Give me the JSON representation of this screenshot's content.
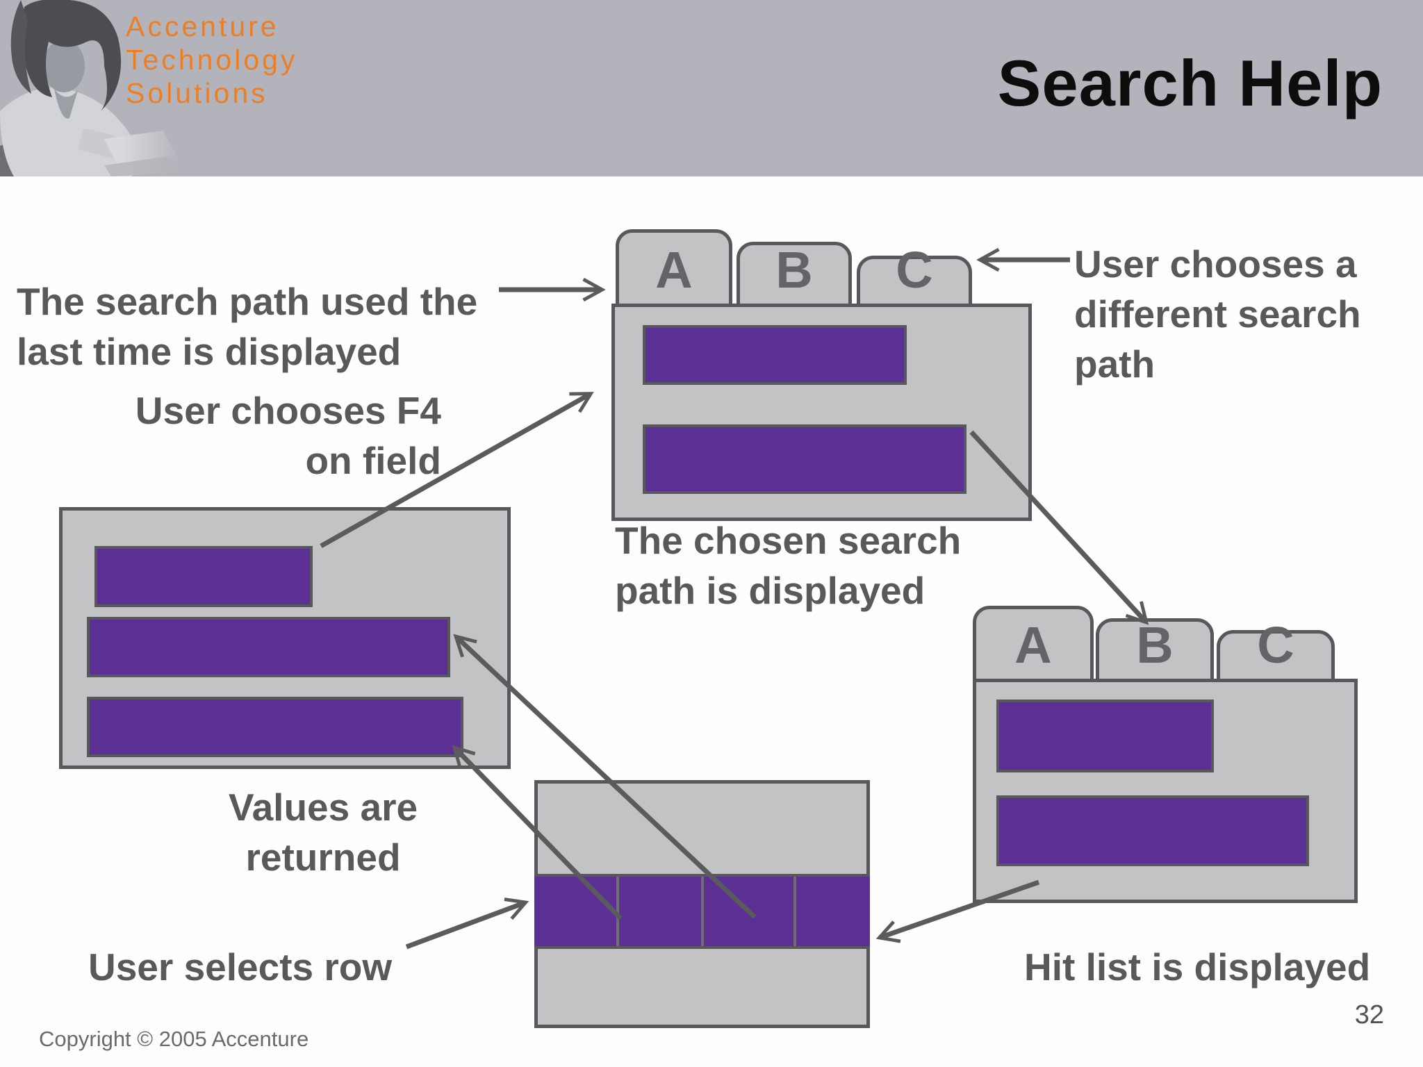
{
  "slide": {
    "header": {
      "logo_lines": "Accenture\nTechnology\nSolutions",
      "title": "Search Help"
    },
    "labels": {
      "last_search_path": "The search path used the\nlast time is displayed",
      "user_chooses_f4": "User chooses F4\non field",
      "different_search_path": "User chooses a\ndifferent search\npath",
      "chosen_path_displayed": "The chosen search\npath is displayed",
      "values_returned": "Values are\nreturned",
      "user_selects_row": "User selects row",
      "hit_list_displayed": "Hit list is displayed"
    },
    "folders": {
      "top": {
        "tabs": [
          "A",
          "B",
          "C"
        ]
      },
      "hit_list": {
        "tabs": [
          "A",
          "B",
          "C"
        ]
      }
    },
    "footer": {
      "copyright": "Copyright © 2005 Accenture",
      "page_number": "32"
    },
    "colors": {
      "header_bar": "#b3b4bb",
      "logo_orange": "#ee7e22",
      "title_text": "#0d0d0d",
      "label_gray": "#58595b",
      "box_fill": "#c3c3c6",
      "box_border": "#58585c",
      "field_purple": "#5b2f94",
      "arrow_gray": "#5b5b5d"
    }
  }
}
